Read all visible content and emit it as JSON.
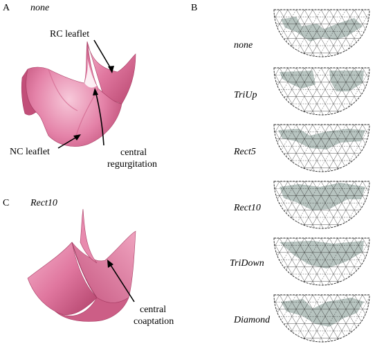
{
  "panels": {
    "A": {
      "letter": "A",
      "condition": "none",
      "annotations": {
        "rc": "RC leaflet",
        "nc": "NC leaflet",
        "central1": "central",
        "central2": "regurgitation"
      }
    },
    "B": {
      "letter": "B",
      "rows": [
        "none",
        "TriUp",
        "Rect5",
        "Rect10",
        "TriDown",
        "Diamond"
      ]
    },
    "C": {
      "letter": "C",
      "condition": "Rect10",
      "annotations": {
        "central1": "central",
        "central2": "coaptation"
      }
    }
  },
  "colors": {
    "leaflet": "#e07aa0",
    "leaflet_dark": "#b8466f",
    "highlight": "#f7c9da",
    "shade": "#b7c4c0",
    "mesh": "#222222"
  }
}
